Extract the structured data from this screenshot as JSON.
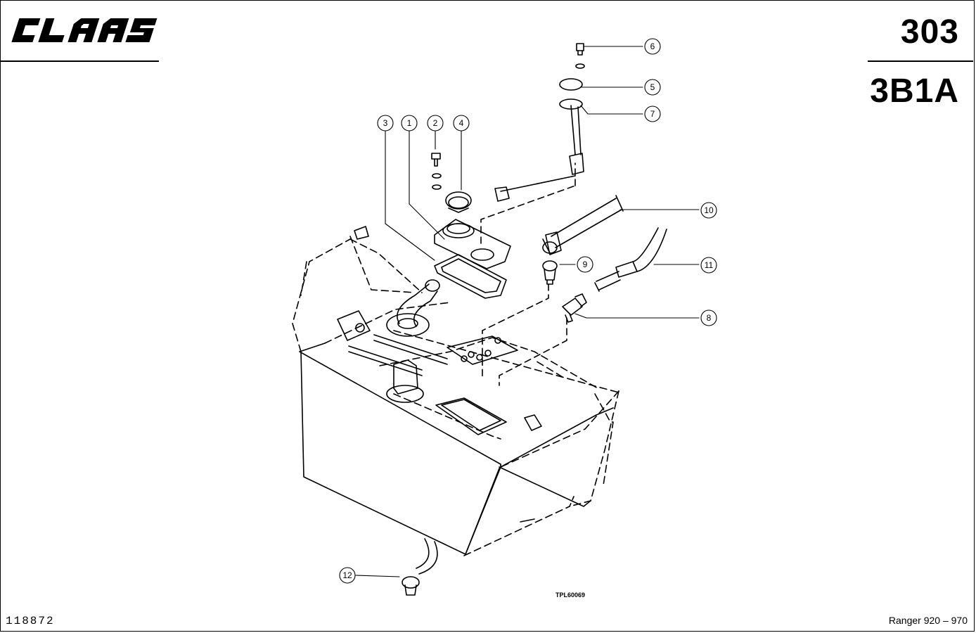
{
  "brand": {
    "name": "CLAAS"
  },
  "header": {
    "page_number": "303",
    "section_code": "3B1A"
  },
  "footer": {
    "document_number": "118872",
    "model_range": "Ranger 920 – 970"
  },
  "figure": {
    "reference": "TPL60069"
  },
  "callouts": [
    {
      "id": "c1",
      "label": "1"
    },
    {
      "id": "c2",
      "label": "2"
    },
    {
      "id": "c3",
      "label": "3"
    },
    {
      "id": "c4",
      "label": "4"
    },
    {
      "id": "c5",
      "label": "5"
    },
    {
      "id": "c6",
      "label": "6"
    },
    {
      "id": "c7",
      "label": "7"
    },
    {
      "id": "c8",
      "label": "8"
    },
    {
      "id": "c9",
      "label": "9"
    },
    {
      "id": "c10",
      "label": "10"
    },
    {
      "id": "c11",
      "label": "11"
    },
    {
      "id": "c12",
      "label": "12"
    }
  ]
}
